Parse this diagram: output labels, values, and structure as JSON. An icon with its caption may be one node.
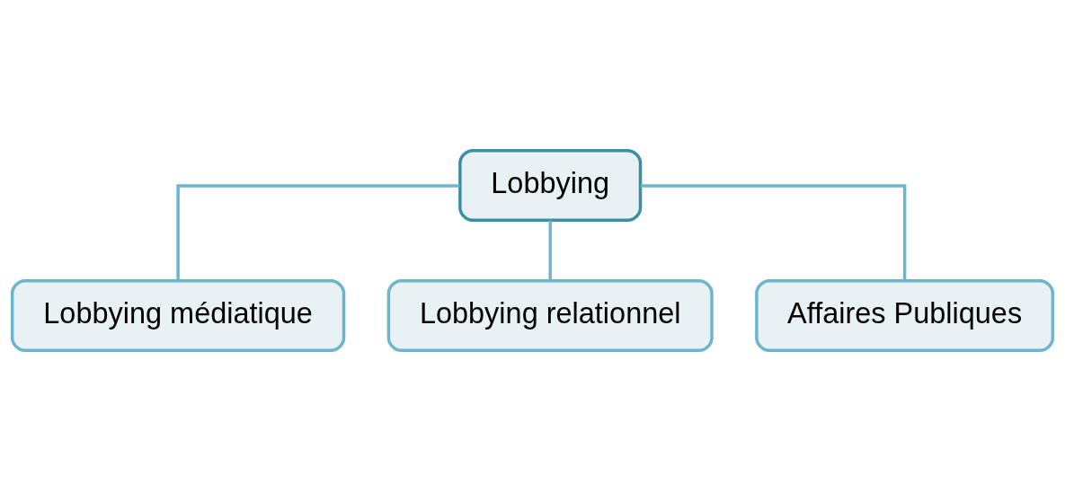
{
  "diagram": {
    "nodes": [
      {
        "text": [
          "Lobbying"
        ]
      },
      {
        "text": [
          "Lobbying médiatique"
        ]
      },
      {
        "text": [
          "Lobbying relationnel"
        ]
      },
      {
        "text": [
          "Affaires Publiques"
        ]
      }
    ],
    "edges": [
      {
        "from": 0,
        "to": 1,
        "arrow": "none"
      },
      {
        "from": 0,
        "to": 2,
        "arrow": "none"
      },
      {
        "from": 0,
        "to": 3,
        "arrow": "none"
      }
    ]
  }
}
